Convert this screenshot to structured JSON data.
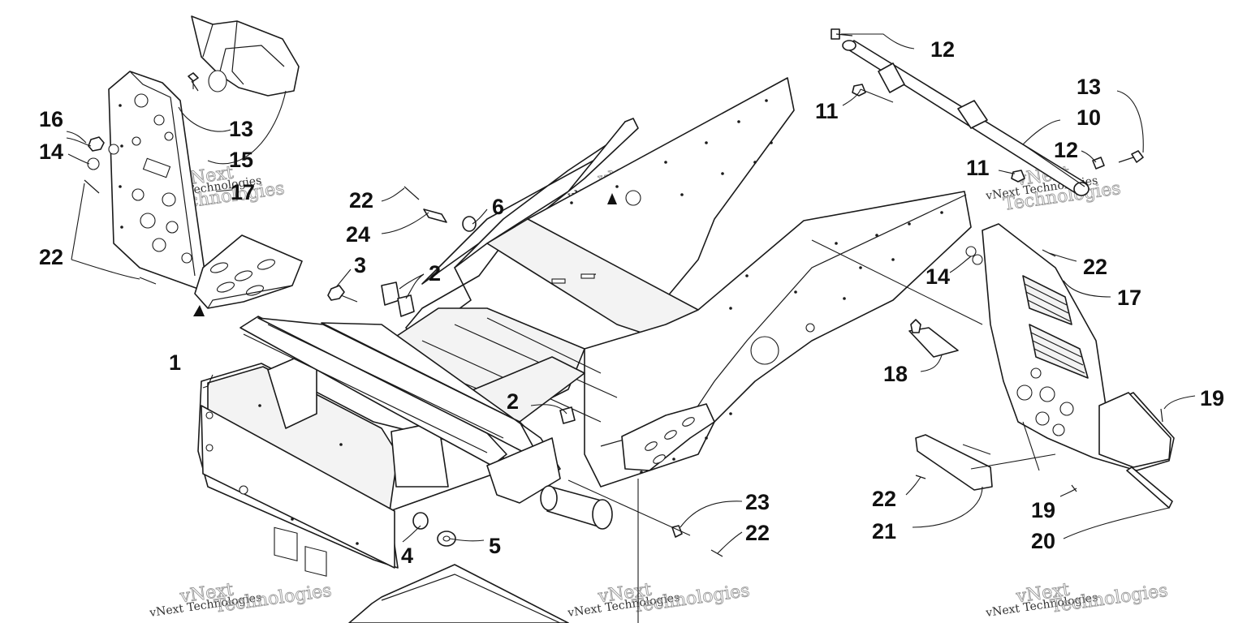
{
  "callouts": [
    {
      "id": "c1",
      "label": "1"
    },
    {
      "id": "c2a",
      "label": "2"
    },
    {
      "id": "c2b",
      "label": "2"
    },
    {
      "id": "c3",
      "label": "3"
    },
    {
      "id": "c4",
      "label": "4"
    },
    {
      "id": "c5",
      "label": "5"
    },
    {
      "id": "c6",
      "label": "6"
    },
    {
      "id": "c10",
      "label": "10"
    },
    {
      "id": "c11a",
      "label": "11"
    },
    {
      "id": "c11b",
      "label": "11"
    },
    {
      "id": "c12a",
      "label": "12"
    },
    {
      "id": "c12b",
      "label": "12"
    },
    {
      "id": "c13a",
      "label": "13"
    },
    {
      "id": "c13b",
      "label": "13"
    },
    {
      "id": "c14a",
      "label": "14"
    },
    {
      "id": "c14b",
      "label": "14"
    },
    {
      "id": "c15",
      "label": "15"
    },
    {
      "id": "c16",
      "label": "16"
    },
    {
      "id": "c17a",
      "label": "17"
    },
    {
      "id": "c17b",
      "label": "17"
    },
    {
      "id": "c18",
      "label": "18"
    },
    {
      "id": "c19a",
      "label": "19"
    },
    {
      "id": "c19b",
      "label": "19"
    },
    {
      "id": "c20",
      "label": "20"
    },
    {
      "id": "c21",
      "label": "21"
    },
    {
      "id": "c22a",
      "label": "22"
    },
    {
      "id": "c22b",
      "label": "22"
    },
    {
      "id": "c22c",
      "label": "22"
    },
    {
      "id": "c22d",
      "label": "22"
    },
    {
      "id": "c22e",
      "label": "22"
    },
    {
      "id": "c23",
      "label": "23"
    },
    {
      "id": "c24",
      "label": "24"
    }
  ],
  "watermark": {
    "brand": "vNext",
    "company": "vNext Technologies",
    "sub": "Technologies"
  }
}
